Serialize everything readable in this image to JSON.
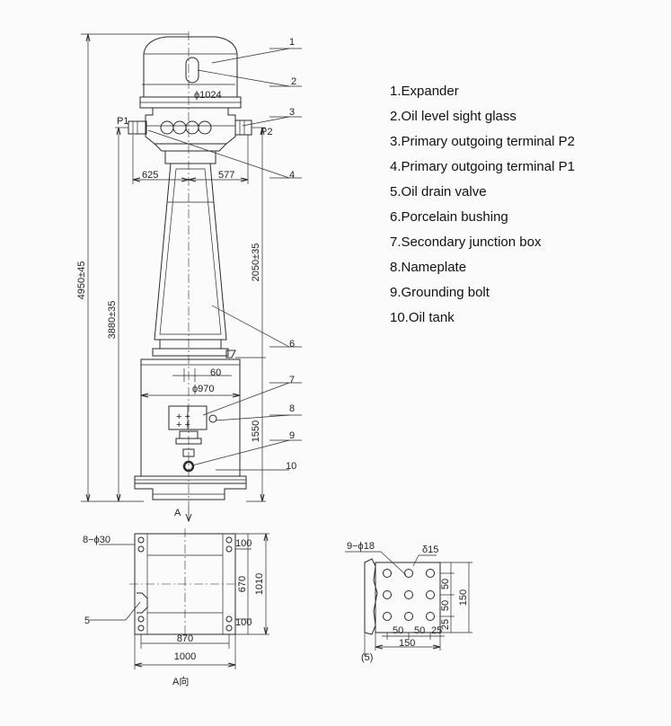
{
  "legend": [
    "1.Expander",
    "2.Oil level sight glass",
    "3.Primary outgoing terminal P2",
    "4.Primary outgoing terminal P1",
    "5.Oil drain valve",
    "6.Porcelain bushing",
    "7.Secondary junction box",
    "8.Nameplate",
    "9.Grounding bolt",
    "10.Oil tank"
  ],
  "callouts": {
    "c1": "1",
    "c2": "2",
    "c3": "3",
    "c4": "4",
    "c5": "5",
    "c6": "6",
    "c7": "7",
    "c8": "8",
    "c9": "9",
    "c10": "10"
  },
  "labels": {
    "p1": "P1",
    "p2": "P2",
    "arrow_a": "A",
    "view_a": "A向"
  },
  "dimensions": {
    "expander_dia": "ϕ1024",
    "left_offset": "625",
    "right_offset": "577",
    "total_height": "4950±45",
    "height_3880": "3880±35",
    "height_2050": "2050±35",
    "tank_width_60": "60",
    "tank_dia": "ϕ970",
    "height_1550": "1550",
    "holes": "8−ϕ30",
    "plan_100_top": "100",
    "plan_670": "670",
    "plan_1010": "1010",
    "plan_100_bot": "100",
    "plan_870": "870",
    "plan_1000": "1000",
    "detail_holes": "9−ϕ18",
    "detail_thickness": "δ15",
    "detail_50a": "50",
    "detail_50b": "50",
    "detail_25_side": "25",
    "detail_150_side": "150",
    "detail_bottom_50a": "50",
    "detail_bottom_50b": "50",
    "detail_bottom_25": "25",
    "detail_bottom_150": "150",
    "detail_5": "(5)"
  }
}
